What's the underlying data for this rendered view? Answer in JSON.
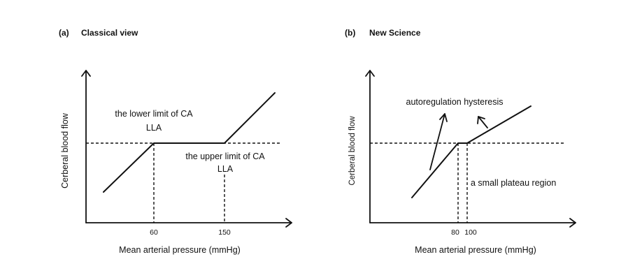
{
  "panel_a": {
    "letter": "(a)",
    "title": "Classical view",
    "y_axis_label": "Cerberal blood flow",
    "x_axis_label": "Mean arterial pressure (mmHg)",
    "ticks": [
      "60",
      "150"
    ],
    "lower_limit_label": "the lower limit of CA",
    "lower_limit_abbr": "LLA",
    "upper_limit_label": "the upper limit of CA",
    "upper_limit_abbr": "LLA"
  },
  "panel_b": {
    "letter": "(b)",
    "title": "New Science",
    "y_axis_label": "Cerberal blood flow",
    "x_axis_label": "Mean arterial pressure (mmHg)",
    "ticks": [
      "80",
      "100"
    ],
    "hysteresis_label": "autoregulation hysteresis",
    "plateau_label": "a small plateau region"
  }
}
